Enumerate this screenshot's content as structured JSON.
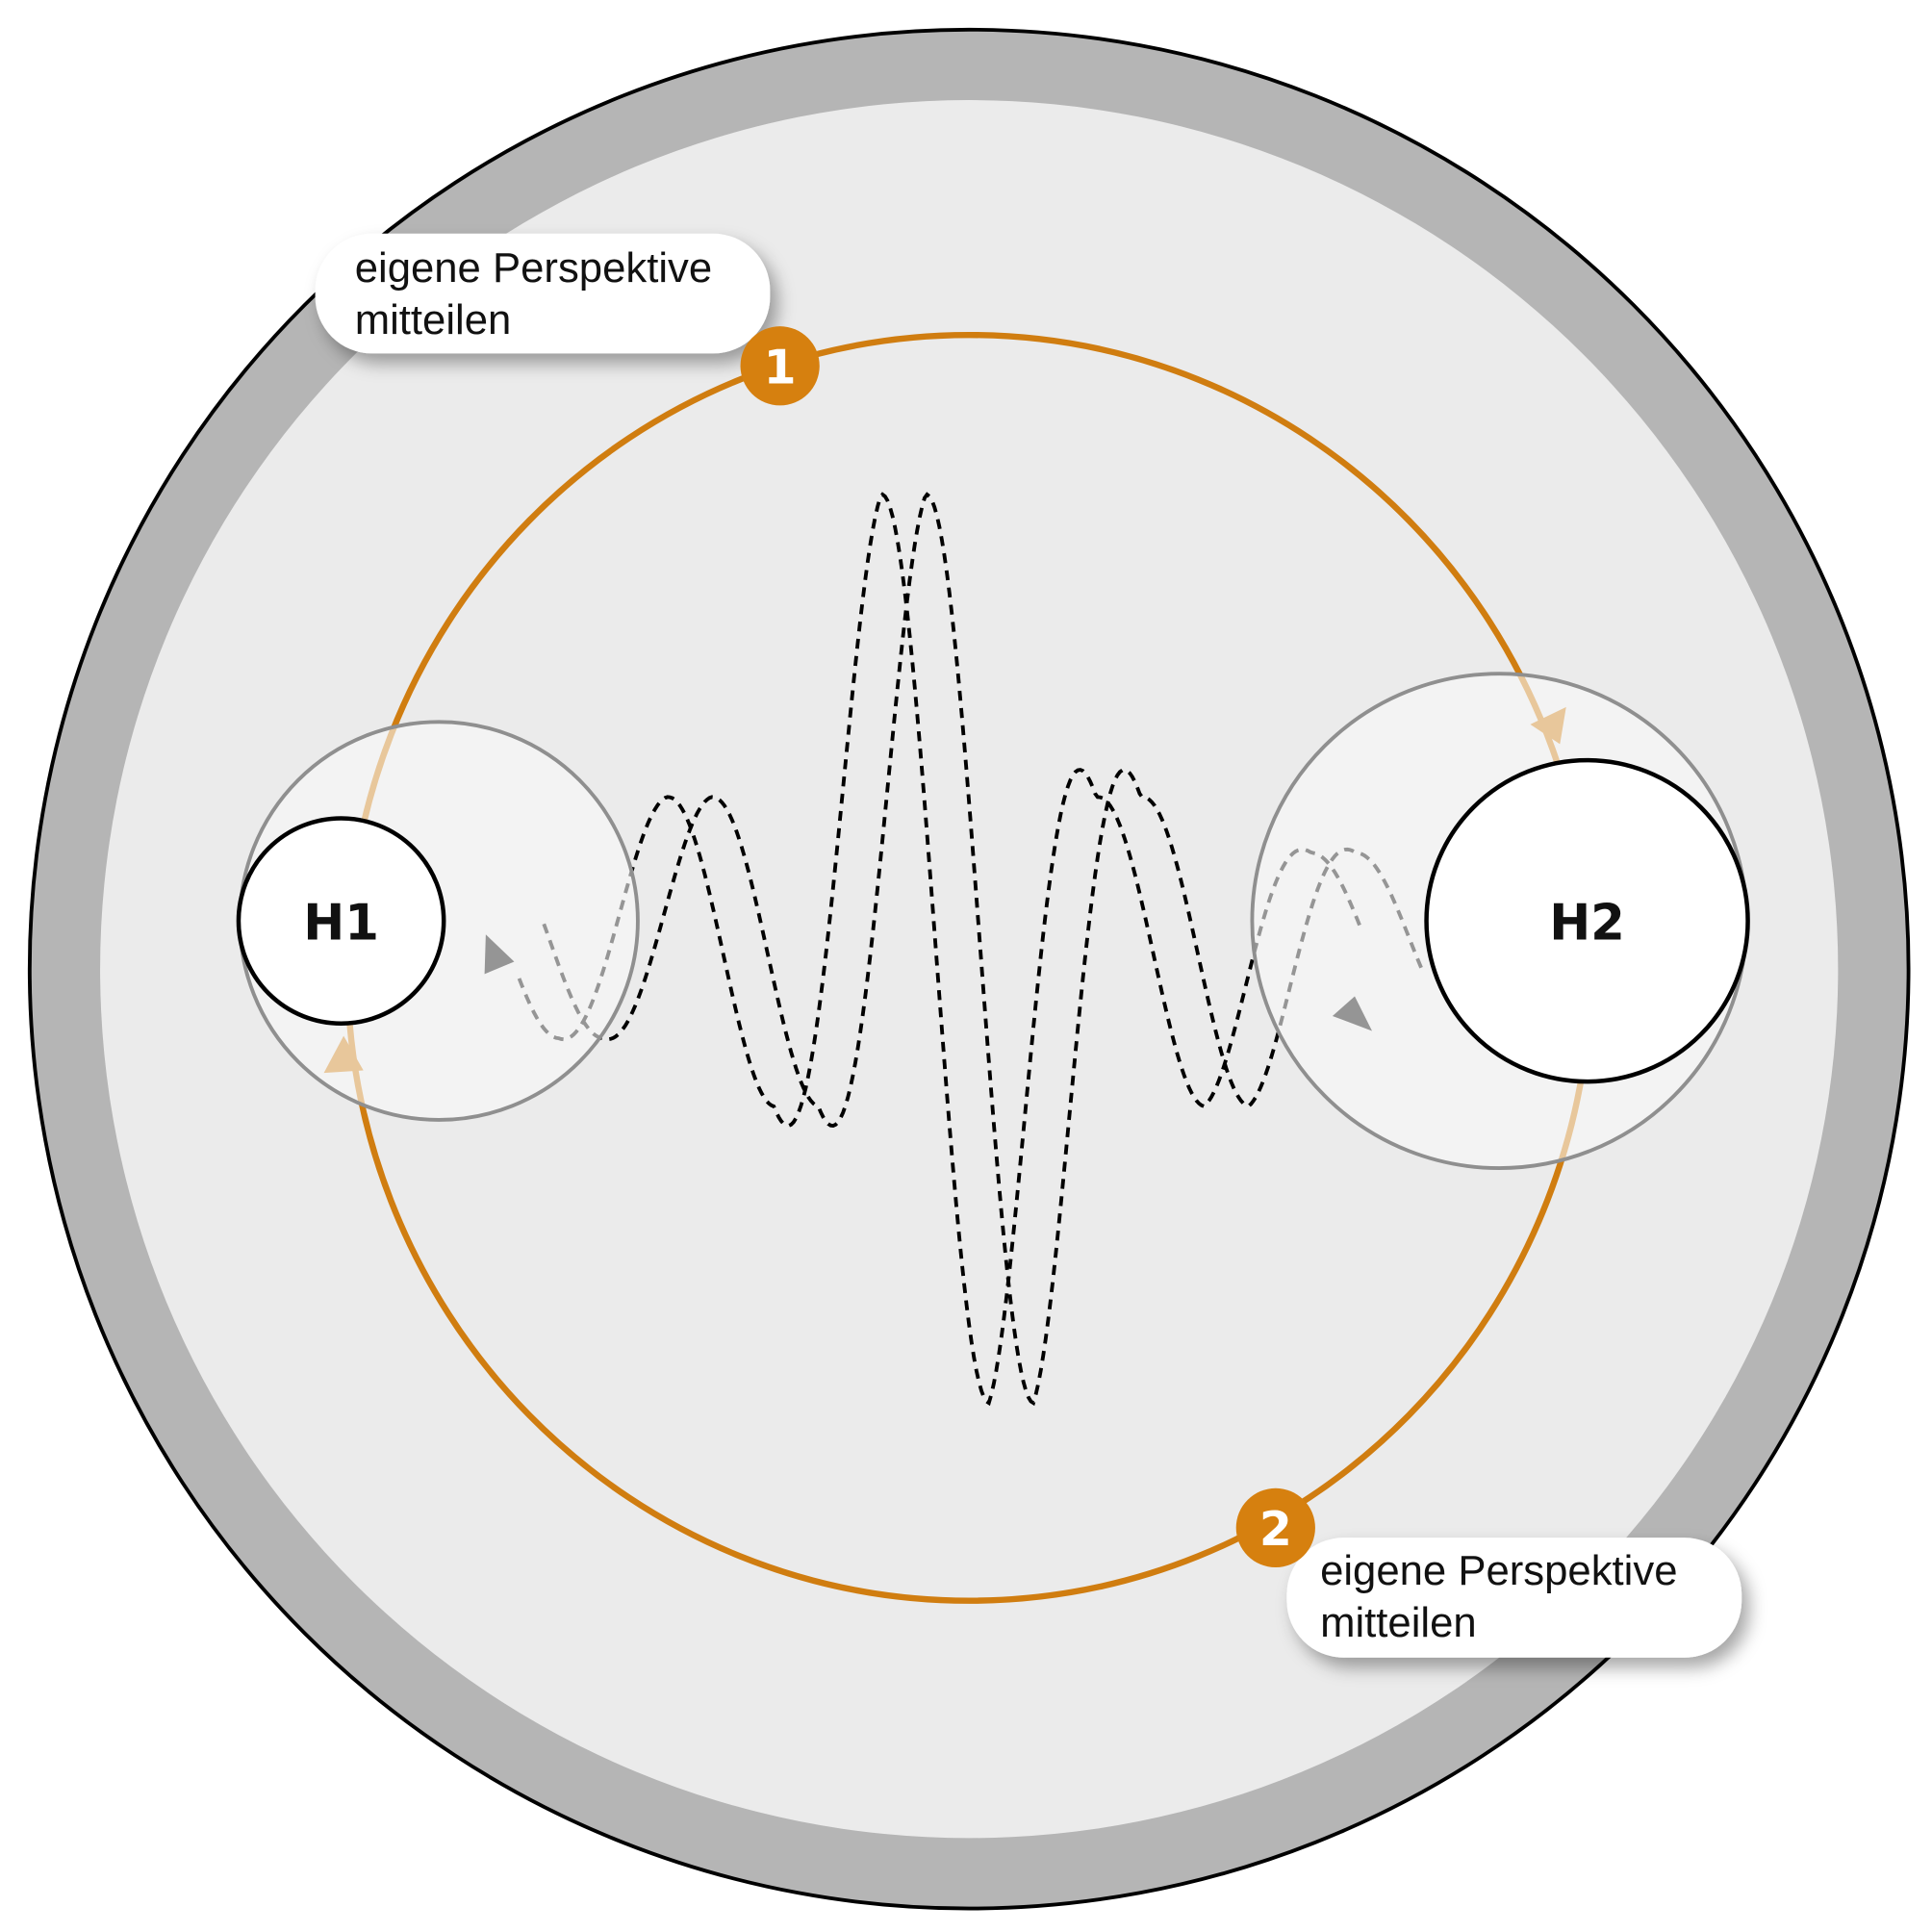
{
  "colors": {
    "accent": "#d6800f",
    "outer_ring": "#b5b5b5",
    "inner_field": "#ebebeb",
    "zone": "#f7f7f7"
  },
  "nodes": {
    "h1": "H1",
    "h2": "H2"
  },
  "steps": [
    {
      "number": "1",
      "label_line1": "eigene Perspektive",
      "label_line2": "mitteilen"
    },
    {
      "number": "2",
      "label_line1": "eigene Perspektive",
      "label_line2": "mitteilen"
    }
  ]
}
